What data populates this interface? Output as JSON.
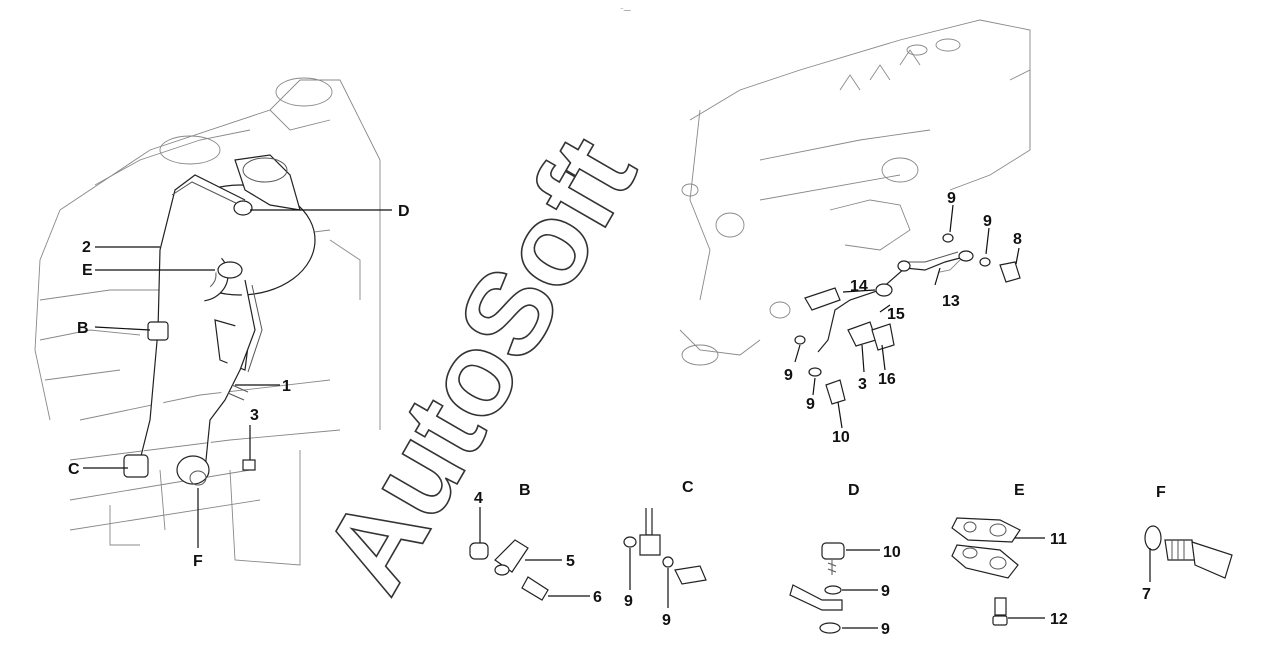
{
  "top_mark": "⁻—",
  "watermark": "AutoSoft",
  "callouts": {
    "main_left": [
      "D",
      "2",
      "E",
      "B",
      "1",
      "3",
      "C",
      "F"
    ],
    "injection_pump": [
      "9",
      "9",
      "8",
      "14",
      "13",
      "15",
      "9",
      "9",
      "3",
      "16",
      "10"
    ],
    "detail_b": [
      "4",
      "5",
      "6"
    ],
    "detail_c": [
      "9",
      "9"
    ],
    "detail_d": [
      "10",
      "9",
      "9"
    ],
    "detail_e": [
      "11",
      "12"
    ],
    "detail_f": [
      "7"
    ]
  },
  "detail_headers": [
    "B",
    "C",
    "D",
    "E",
    "F"
  ]
}
